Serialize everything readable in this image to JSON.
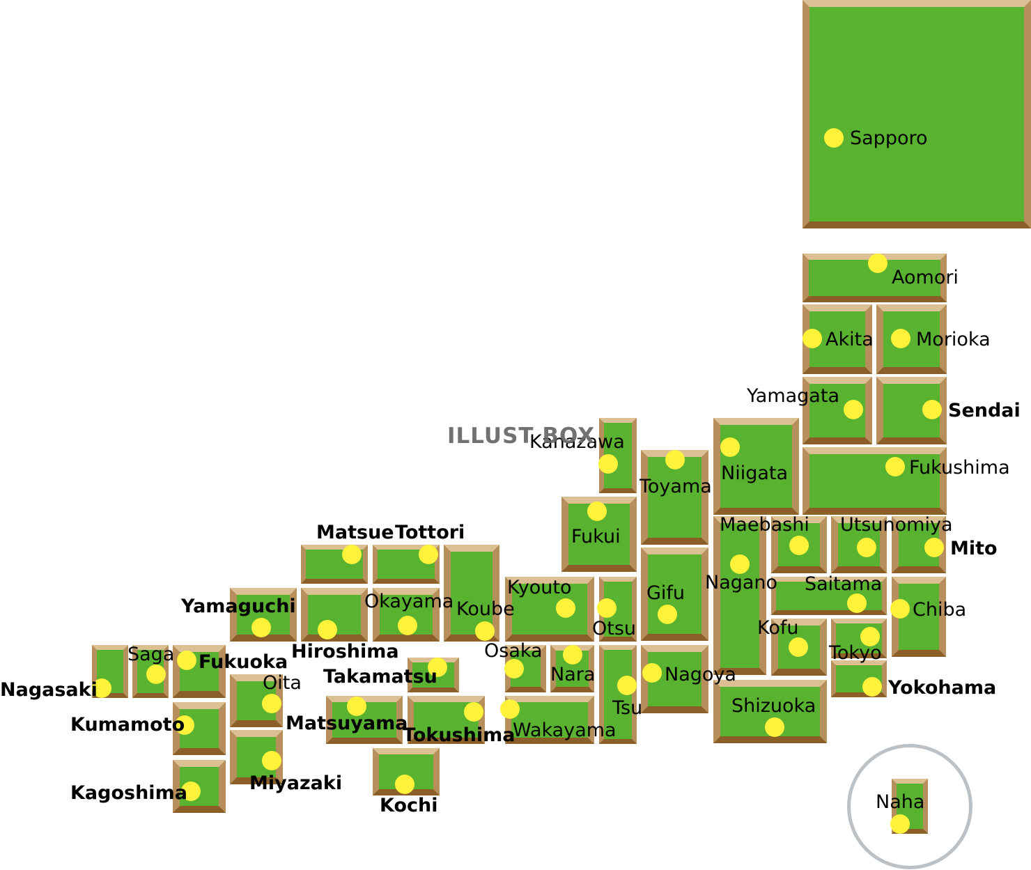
{
  "watermark": "ILLUST BOX",
  "colors": {
    "land": "#5ab330",
    "city_marker": "#fef23a",
    "frame_light": "#dcc094",
    "frame_side": "#b68f5c",
    "frame_shadow": "#8d5f28",
    "okinawa_circle": "#bcc1c5"
  },
  "cities": [
    {
      "name": "Sapporo"
    },
    {
      "name": "Aomori"
    },
    {
      "name": "Akita"
    },
    {
      "name": "Morioka"
    },
    {
      "name": "Yamagata"
    },
    {
      "name": "Sendai"
    },
    {
      "name": "Fukushima"
    },
    {
      "name": "Niigata"
    },
    {
      "name": "Kanazawa"
    },
    {
      "name": "Toyama"
    },
    {
      "name": "Fukui"
    },
    {
      "name": "Gifu"
    },
    {
      "name": "Nagano"
    },
    {
      "name": "Maebashi"
    },
    {
      "name": "Utsunomiya"
    },
    {
      "name": "Mito"
    },
    {
      "name": "Saitama"
    },
    {
      "name": "Chiba"
    },
    {
      "name": "Tokyo"
    },
    {
      "name": "Yokohama"
    },
    {
      "name": "Kofu"
    },
    {
      "name": "Shizuoka"
    },
    {
      "name": "Nagoya"
    },
    {
      "name": "Tsu"
    },
    {
      "name": "Otsu"
    },
    {
      "name": "Kyouto"
    },
    {
      "name": "Nara"
    },
    {
      "name": "Osaka"
    },
    {
      "name": "Wakayama"
    },
    {
      "name": "Koube"
    },
    {
      "name": "Tottori"
    },
    {
      "name": "Matsue"
    },
    {
      "name": "Okayama"
    },
    {
      "name": "Hiroshima"
    },
    {
      "name": "Yamaguchi"
    },
    {
      "name": "Takamatsu"
    },
    {
      "name": "Tokushima"
    },
    {
      "name": "Matsuyama"
    },
    {
      "name": "Kochi"
    },
    {
      "name": "Fukuoka"
    },
    {
      "name": "Saga"
    },
    {
      "name": "Nagasaki"
    },
    {
      "name": "Oita"
    },
    {
      "name": "Kumamoto"
    },
    {
      "name": "Miyazaki"
    },
    {
      "name": "Kagoshima"
    },
    {
      "name": "Naha"
    }
  ]
}
